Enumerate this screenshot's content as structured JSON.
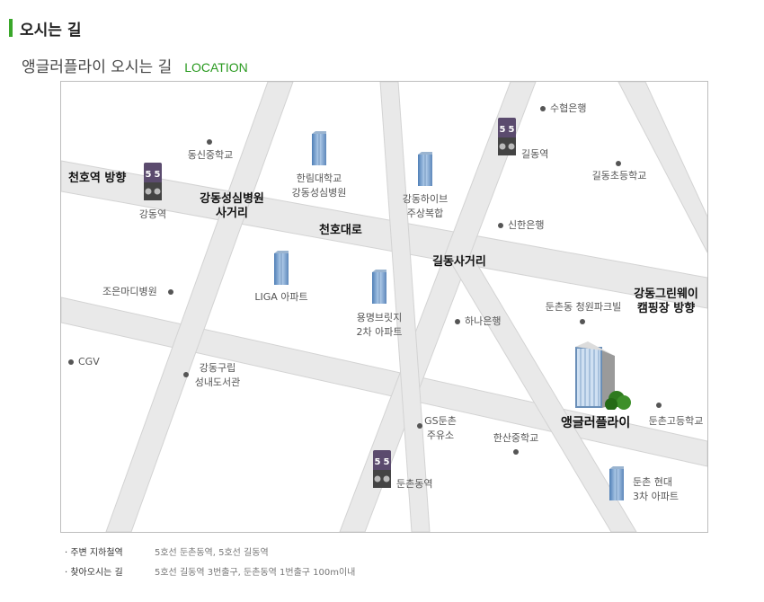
{
  "header": {
    "title": "오시는 길"
  },
  "subtitle": {
    "kr": "앵글러플라이 오시는 길",
    "en": "LOCATION"
  },
  "map": {
    "roads": {
      "main1": "천호대로",
      "main2": "길동사거리"
    },
    "directions": {
      "west": "천호역 방향",
      "east_l1": "강동그린웨이",
      "east_l2": "캠핑장 방향"
    },
    "landmarks": {
      "intersection1_l1": "강동성심병원",
      "intersection1_l2": "사거리",
      "target": "앵글러플라이",
      "suhyup": "수협은행",
      "dongshin": "동신중학교",
      "hallym_l1": "한림대학교",
      "hallym_l2": "강동성심병원",
      "gildong_station_ne": "길동역",
      "gildong_elem": "길동초등학교",
      "gangdong_station": "강동역",
      "hive_l1": "강동하이브",
      "hive_l2": "주상복합",
      "shinhan": "신한은행",
      "joeun": "조은마디병원",
      "liga": "LIGA 아파트",
      "yongmyeong_l1": "용명브릿지",
      "yongmyeong_l2": "2차 아파트",
      "hana": "하나은행",
      "dunchon_park": "둔촌동 청원파크빌",
      "cgv": "CGV",
      "library_l1": "강동구립",
      "library_l2": "성내도서관",
      "gs_l1": "GS둔촌",
      "gs_l2": "주유소",
      "hansan": "한산중학교",
      "dunchon_high": "둔촌고등학교",
      "dunchon_station": "둔촌동역",
      "hyundai_l1": "둔촌 현대",
      "hyundai_l2": "3차 아파트"
    },
    "station_badge": "5 5"
  },
  "footer": [
    {
      "label": "· 주변 지하철역",
      "value": "5호선 둔촌동역, 5호선 길동역"
    },
    {
      "label": "· 찾아오시는 길",
      "value": "5호선 길동역 3번출구, 둔촌동역 1번출구 100m이내"
    }
  ]
}
